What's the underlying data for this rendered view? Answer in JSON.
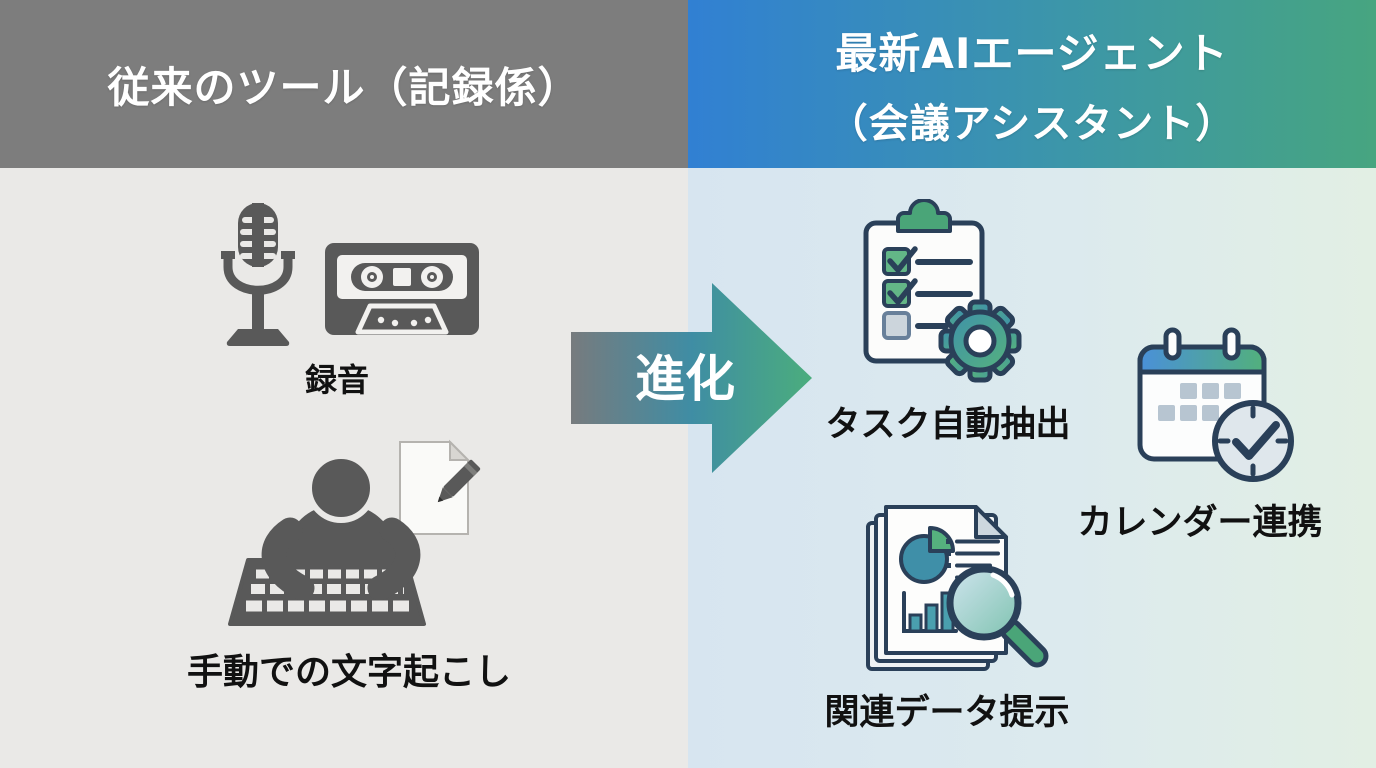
{
  "left_panel": {
    "header": "従来のツール（記録係）",
    "items": [
      {
        "label": "録音",
        "icons": [
          "microphone-icon",
          "cassette-tape-icon"
        ]
      },
      {
        "label": "手動での文字起こし",
        "icons": [
          "typing-person-icon",
          "paper-pencil-icon"
        ]
      }
    ]
  },
  "right_panel": {
    "header_line1": "最新AIエージェント",
    "header_line2": "（会議アシスタント）",
    "items": [
      {
        "label": "タスク自動抽出",
        "icons": [
          "clipboard-checklist-icon",
          "gear-icon"
        ]
      },
      {
        "label": "カレンダー連携",
        "icons": [
          "calendar-icon",
          "clock-check-icon"
        ]
      },
      {
        "label": "関連データ提示",
        "icons": [
          "documents-icon",
          "pie-chart-icon",
          "bar-chart-icon",
          "magnifier-icon"
        ]
      }
    ]
  },
  "arrow": {
    "label": "進化"
  },
  "colors": {
    "left_header_bg": "#7d7d7d",
    "right_header_gradient_start": "#3180d3",
    "right_header_gradient_end": "#47a580",
    "left_bg": "#eae9e7",
    "right_bg_gradient_start": "#d7e5f0",
    "right_bg_gradient_end": "#e2efe4",
    "icon_gray": "#595959",
    "outline_navy": "#2a4059",
    "accent_teal": "#3f8fa8",
    "accent_green": "#4aa578",
    "arrow_gradient_start": "#777b7e",
    "arrow_gradient_mid": "#3f8da4",
    "arrow_gradient_end": "#4bad7d",
    "header_text": "#ffffff",
    "label_text": "#111111"
  }
}
